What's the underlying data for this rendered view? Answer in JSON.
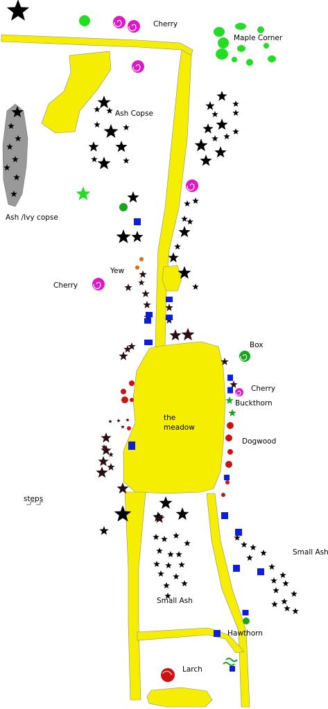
{
  "colors": {
    "path": "#f5ee00",
    "path_stroke": "#8c8c8c",
    "tree_dark": "#000000",
    "tree_brown": "#2a0f12",
    "tree_green": "#17a51a",
    "bright_green": "#22dd22",
    "cherry": "#e016c8",
    "red_tree": "#cc1111",
    "orange_tree": "#e06a10",
    "marker": "#0a1ee0",
    "grey_copse": "#999999"
  },
  "labels": {
    "cherry_top": "Cherry",
    "maple_corner": "Maple Corner",
    "ash_copse": "Ash Copse",
    "ash_ivy_copse": "Ash /Ivy copse",
    "yew": "Yew",
    "cherry_left": "Cherry",
    "box": "Box",
    "cherry_right": "Cherry",
    "buckthorn": "Buckthorn",
    "the": "the",
    "meadow": "meadow",
    "dogwood": "Dogwood",
    "steps": "steps",
    "small_ash_right": "Small Ash",
    "small_ash_center": "Small Ash",
    "hawthorn": "Hawthorn",
    "larch": "Larch"
  },
  "legend_icons": {
    "large_tree": "star-icon",
    "small_tree": "small-star-icon",
    "cherry": "spiral-icon",
    "marker": "square-marker-icon",
    "shrub": "circle-icon"
  }
}
